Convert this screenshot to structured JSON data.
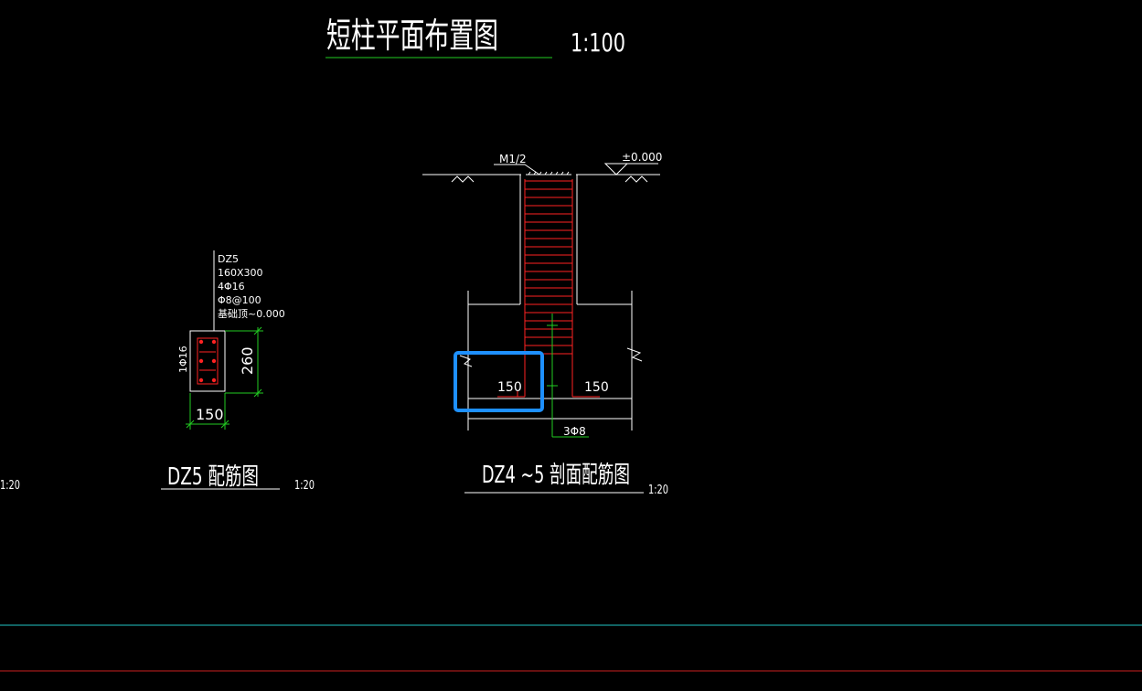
{
  "drawing": {
    "main_title": "短柱平面布置图",
    "main_scale": "1:100",
    "stray_scale": "1:20"
  },
  "section_view": {
    "mortar_label": "M1/2",
    "level_label": "±0.000",
    "dim_left": "150",
    "dim_right": "150",
    "stirrup_label": "3Φ8",
    "title": "DZ4 ~5 剖面配筋图",
    "scale": "1:20"
  },
  "plan_view": {
    "notes": [
      "DZ5",
      "160X300",
      "4Φ16",
      "Φ8@100",
      "基础顶~0.000"
    ],
    "side_bar_label": "1Φ16",
    "dim_height": "260",
    "dim_width": "150",
    "title": "DZ5 配筋图",
    "scale": "1:20"
  },
  "colors": {
    "background": "#000000",
    "linework": "#ffffff",
    "rebar": "#ff2222",
    "dimension": "#22cc22",
    "selection": "#1e90ff",
    "rule_cyan": "#22c4c4",
    "rule_red": "#cc1f1f"
  }
}
